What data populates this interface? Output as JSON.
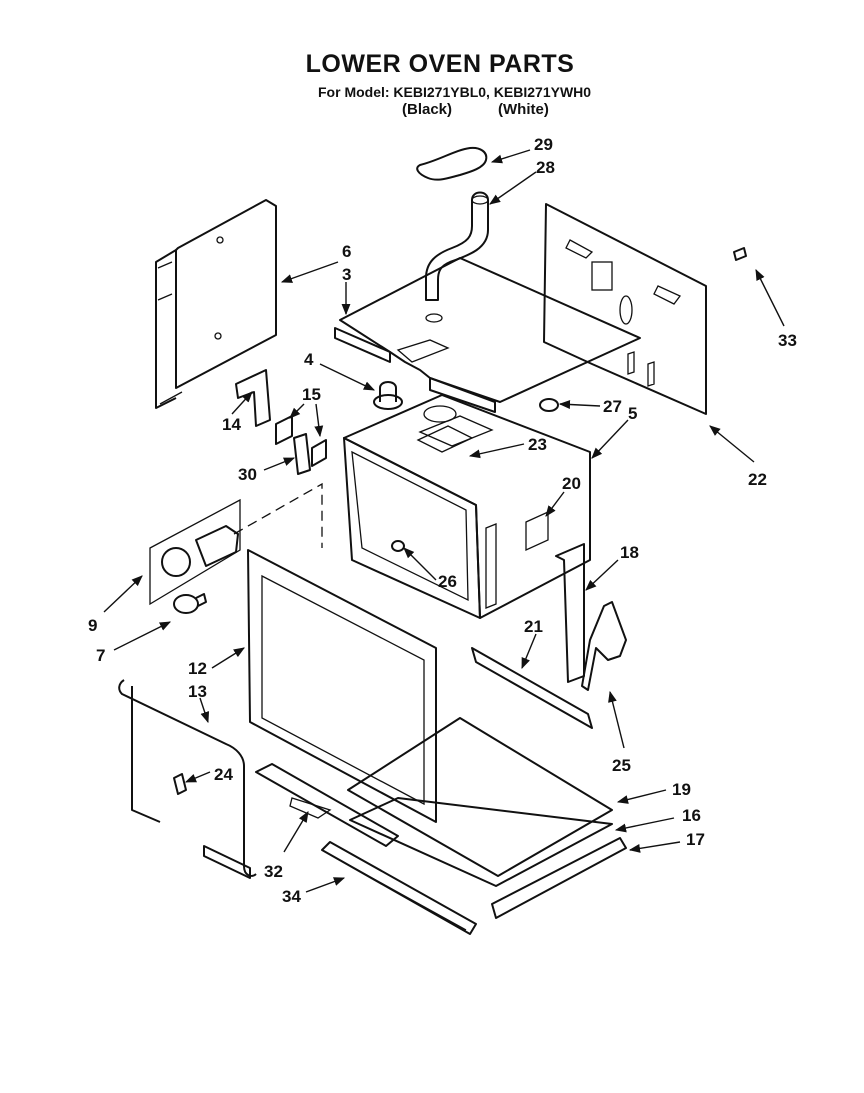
{
  "header": {
    "title": "LOWER OVEN PARTS",
    "model_line": "For Model: KEBI271YBL0, KEBI271YWH0",
    "color_black": "(Black)",
    "color_white": "(White)"
  },
  "callouts": {
    "c3": "3",
    "c4": "4",
    "c5": "5",
    "c6": "6",
    "c7": "7",
    "c9": "9",
    "c12": "12",
    "c13": "13",
    "c14": "14",
    "c15": "15",
    "c16": "16",
    "c17": "17",
    "c18": "18",
    "c19": "19",
    "c20": "20",
    "c21": "21",
    "c22": "22",
    "c23": "23",
    "c24": "24",
    "c25": "25",
    "c26": "26",
    "c27": "27",
    "c28": "28",
    "c29": "29",
    "c30": "30",
    "c32": "32",
    "c33": "33",
    "c34": "34"
  }
}
